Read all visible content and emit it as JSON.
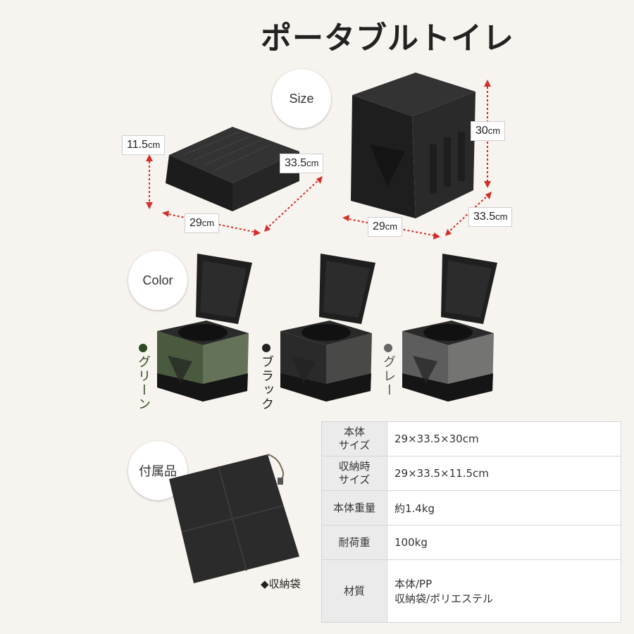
{
  "title": "ポータブルトイレ",
  "size_label": "Size",
  "color_label": "Color",
  "accessory_label": "付属品",
  "dimensions_folded": {
    "height": {
      "value": "11.5",
      "unit": "cm"
    },
    "depth": {
      "value": "33.5",
      "unit": "cm"
    },
    "width": {
      "value": "29",
      "unit": "cm"
    }
  },
  "dimensions_open": {
    "height": {
      "value": "30",
      "unit": "cm"
    },
    "width": {
      "value": "29",
      "unit": "cm"
    },
    "depth": {
      "value": "33.5",
      "unit": "cm"
    }
  },
  "colors": [
    {
      "name": "グリーン",
      "dot": "#2e4a22",
      "text": "#2e4a22",
      "body": "#4a5a3e"
    },
    {
      "name": "ブラック",
      "dot": "#222222",
      "text": "#222222",
      "body": "#2a2a2a"
    },
    {
      "name": "グレー",
      "dot": "#666666",
      "text": "#555555",
      "body": "#5d5d5d"
    }
  ],
  "specs": [
    {
      "key": [
        "本体",
        "サイズ"
      ],
      "value": [
        "29×33.5×30cm"
      ]
    },
    {
      "key": [
        "収納時",
        "サイズ"
      ],
      "value": [
        "29×33.5×11.5cm"
      ]
    },
    {
      "key": [
        "本体重量"
      ],
      "value": [
        "約1.4kg"
      ]
    },
    {
      "key": [
        "耐荷重"
      ],
      "value": [
        "100kg"
      ]
    },
    {
      "key": [
        "材質"
      ],
      "value": [
        "本体/PP",
        "収納袋/ポリエステル"
      ]
    }
  ],
  "bag_label": "◆収納袋",
  "colors_theme": {
    "arrow": "#d0302a",
    "product": "#262626"
  }
}
